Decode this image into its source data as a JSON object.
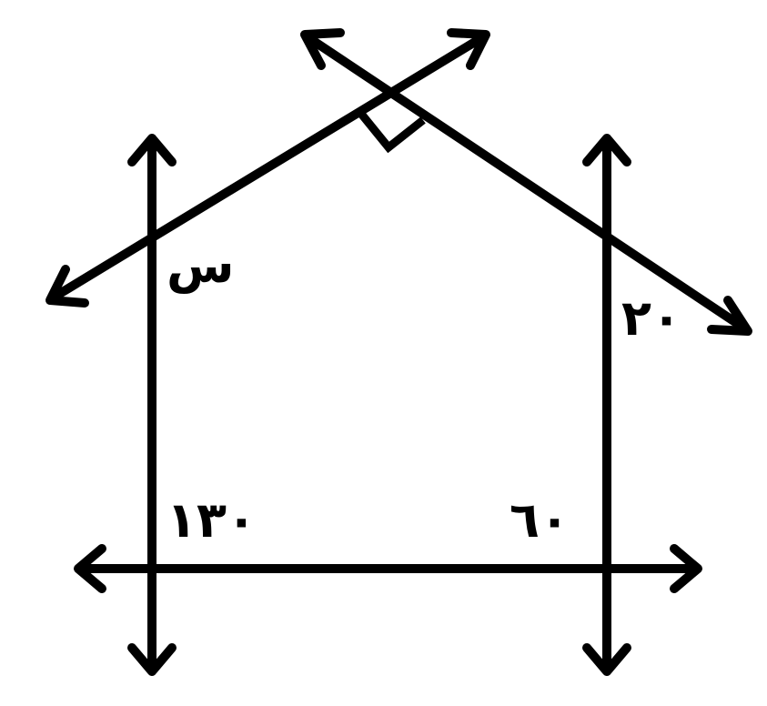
{
  "diagram": {
    "stroke_color": "#000000",
    "background": "#ffffff",
    "angles": {
      "top_left": "س",
      "top_right": "٢٠",
      "bottom_left": "١٣٠",
      "bottom_right": "٦٠"
    },
    "right_angle_marker": true
  }
}
